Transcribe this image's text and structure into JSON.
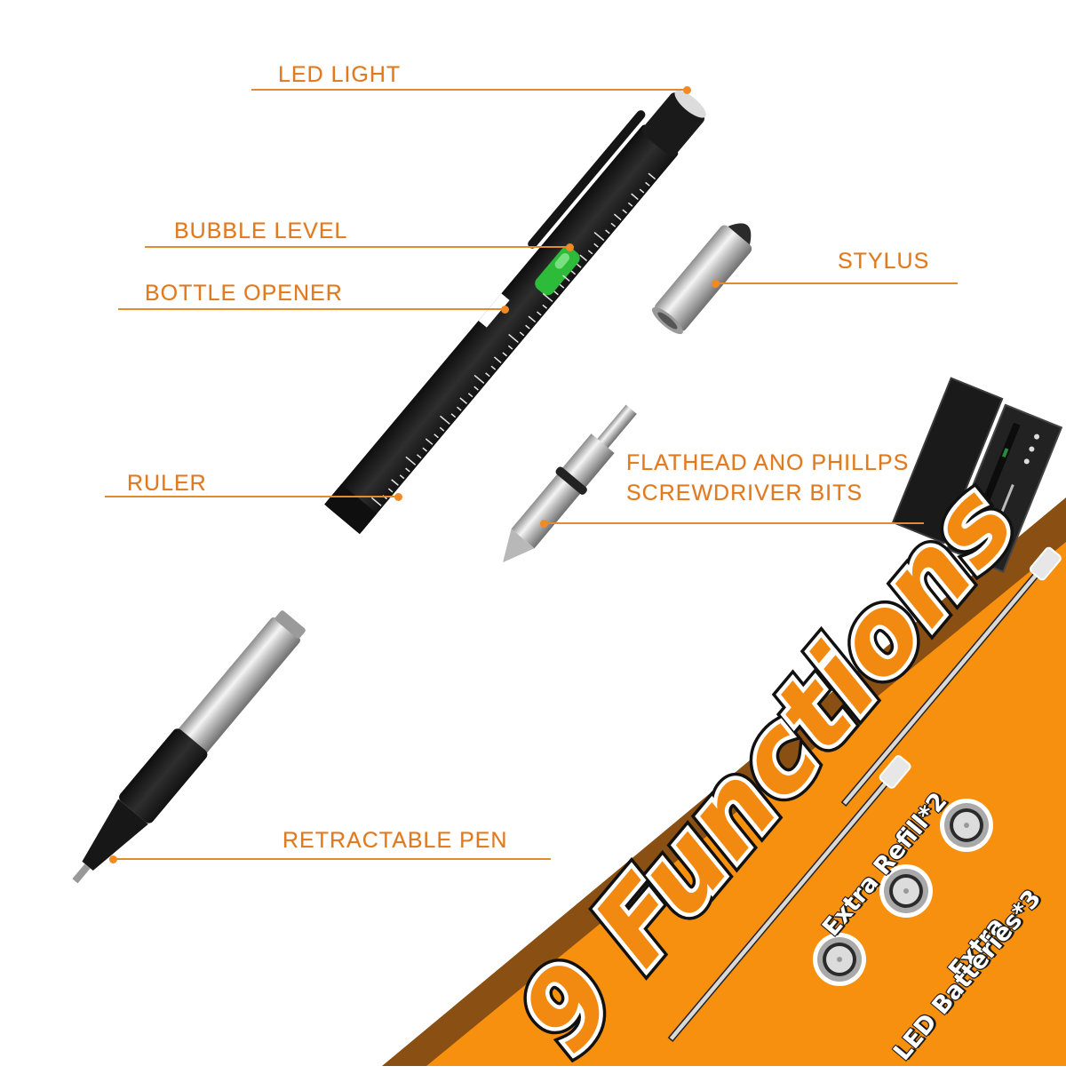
{
  "callouts": {
    "led_light": "LED LIGHT",
    "bubble_level": "BUBBLE LEVEL",
    "bottle_opener": "BOTTLE OPENER",
    "stylus": "STYLUS",
    "ruler": "RULER",
    "screwdriver_line1": "FLATHEAD ANO PHILLPS",
    "screwdriver_line2": "SCREWDRIVER BITS",
    "retractable_pen": "RETRACTABLE PEN"
  },
  "banner": {
    "headline": "9 Functions",
    "extra_refill": "Extra Refill*2",
    "extra_batteries_line1": "Extra",
    "extra_batteries_line2": "LED Batteries*3"
  },
  "colors": {
    "accent_orange": "#f28a12",
    "label_orange": "#e07a1f",
    "band_brown": "#8a4f12",
    "pen_black": "#1c1c1c",
    "level_green": "#2dbb3a",
    "silver": "#c9c9c9"
  }
}
